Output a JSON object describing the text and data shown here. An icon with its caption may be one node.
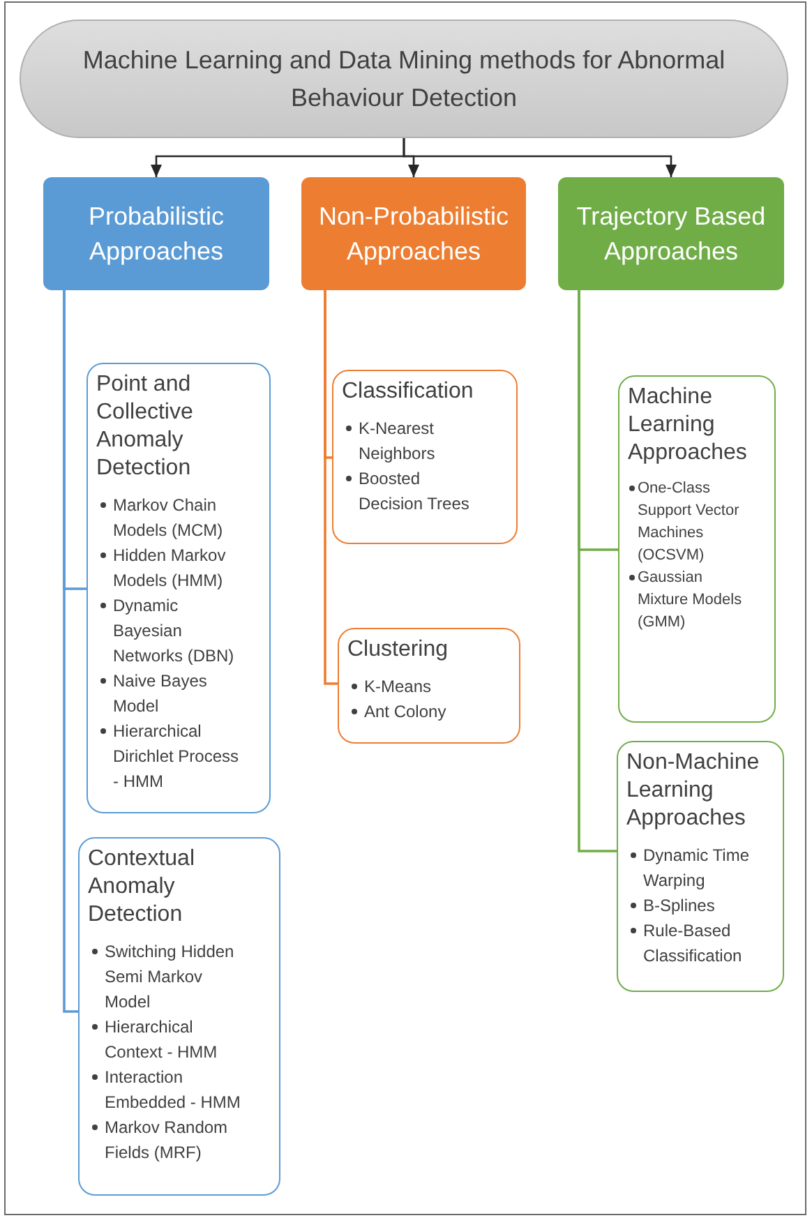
{
  "diagram": {
    "nodes": [
      {
        "text": [
          "Machine Learning and Data Mining methods for Abnormal Behaviour Detection"
        ]
      },
      {
        "text": [
          "Probabilistic Approaches"
        ]
      },
      {
        "text": [
          "Non-Probabilistic Approaches"
        ]
      },
      {
        "text": [
          "Trajectory Based Approaches"
        ]
      },
      {
        "text": [
          "Point and Collective Anomaly Detection",
          "Markov Chain Models (MCM)",
          "Hidden Markov Models (HMM)",
          "Dynamic Bayesian Networks (DBN)",
          "Naive Bayes Model",
          "Hierarchical Dirichlet Process - HMM"
        ]
      },
      {
        "text": [
          "Contextual Anomaly Detection",
          "Switching Hidden Semi Markov Model",
          "Hierarchical Context - HMM",
          "Interaction Embedded - HMM",
          "Markov Random Fields (MRF)"
        ]
      },
      {
        "text": [
          "Classification",
          "K-Nearest Neighbors",
          "Boosted Decision Trees"
        ]
      },
      {
        "text": [
          "Clustering",
          "K-Means",
          "Ant Colony"
        ]
      },
      {
        "text": [
          "Machine Learning Approaches",
          "One-Class Support Vector Machines (OCSVM)",
          "Gaussian Mixture Models (GMM)"
        ]
      },
      {
        "text": [
          "Non-Machine Learning Approaches",
          "Dynamic Time Warping",
          "B-Splines",
          "Rule-Based Classification"
        ]
      }
    ],
    "edges": [
      {
        "from": 0,
        "to": 1,
        "arrow": "to"
      },
      {
        "from": 0,
        "to": 2,
        "arrow": "to"
      },
      {
        "from": 0,
        "to": 3,
        "arrow": "to"
      },
      {
        "from": 1,
        "to": 4,
        "arrow": "none",
        "color": "#5b9bd5"
      },
      {
        "from": 1,
        "to": 5,
        "arrow": "none",
        "color": "#5b9bd5"
      },
      {
        "from": 2,
        "to": 6,
        "arrow": "none",
        "color": "#ed7d31"
      },
      {
        "from": 2,
        "to": 7,
        "arrow": "none",
        "color": "#ed7d31"
      },
      {
        "from": 3,
        "to": 8,
        "arrow": "none",
        "color": "#70ad47"
      },
      {
        "from": 3,
        "to": 9,
        "arrow": "none",
        "color": "#70ad47"
      }
    ]
  }
}
